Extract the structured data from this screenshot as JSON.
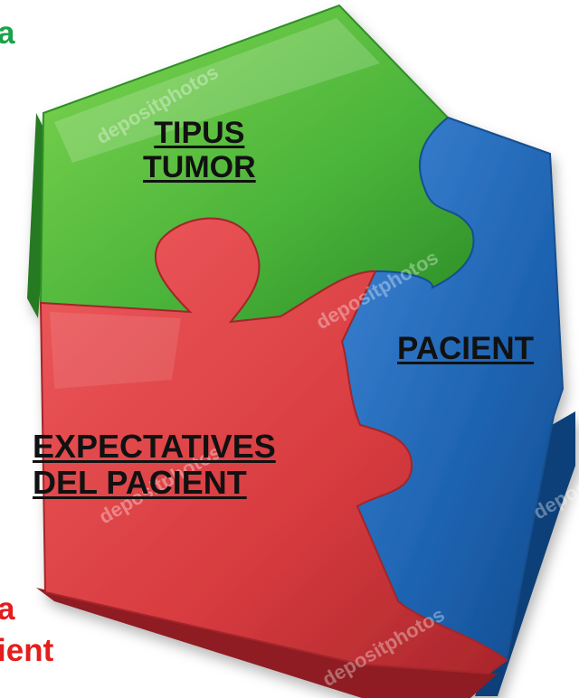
{
  "pieces": {
    "green": {
      "label_line1": "TIPUS",
      "label_line2": "TUMOR",
      "color": "#4cb63a"
    },
    "blue": {
      "label": "PACIENT",
      "color": "#1c63b0"
    },
    "red": {
      "label_line1": "EXPECTATIVES",
      "label_line2": "DEL PACIENT",
      "color": "#d83a3e"
    }
  },
  "cropped_text": {
    "top_left_green": "a",
    "bottom_left_red_line1": "a",
    "bottom_left_red_line2": "ient"
  },
  "watermark": "depositphotos",
  "colors": {
    "green_text": "#19a349",
    "red_text": "#e41d1d"
  }
}
